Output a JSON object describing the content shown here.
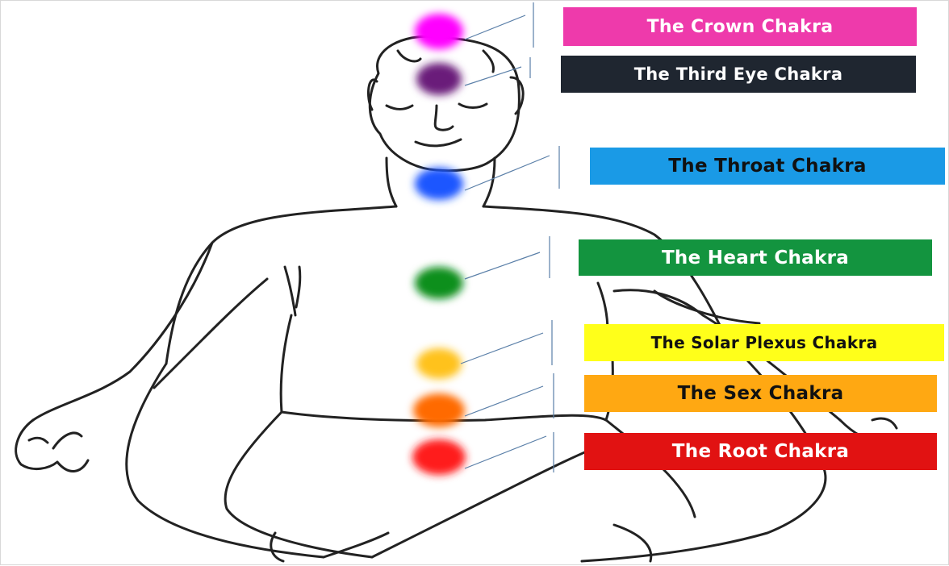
{
  "chakras": [
    {
      "id": "crown",
      "label": "The Crown Chakra",
      "color": "#ff00ff",
      "box_color": "#ee3aab",
      "text_color": "#ffffff"
    },
    {
      "id": "third-eye",
      "label": "The Third Eye Chakra",
      "color": "#6a1b7a",
      "box_color": "#1f2630",
      "text_color": "#ffffff"
    },
    {
      "id": "throat",
      "label": "The Throat Chakra",
      "color": "#1a56ff",
      "box_color": "#1a9ae6",
      "text_color": "#111111"
    },
    {
      "id": "heart",
      "label": "The Heart Chakra",
      "color": "#0f8f1f",
      "box_color": "#13943f",
      "text_color": "#ffffff"
    },
    {
      "id": "solar-plexus",
      "label": "The Solar Plexus Chakra",
      "color": "#ffc21a",
      "box_color": "#ffff1a",
      "text_color": "#111111"
    },
    {
      "id": "sex",
      "label": "The Sex Chakra",
      "color": "#ff6a00",
      "box_color": "#ffa812",
      "text_color": "#111111"
    },
    {
      "id": "root",
      "label": "The Root Chakra",
      "color": "#ff1a1a",
      "box_color": "#e11212",
      "text_color": "#ffffff"
    }
  ]
}
